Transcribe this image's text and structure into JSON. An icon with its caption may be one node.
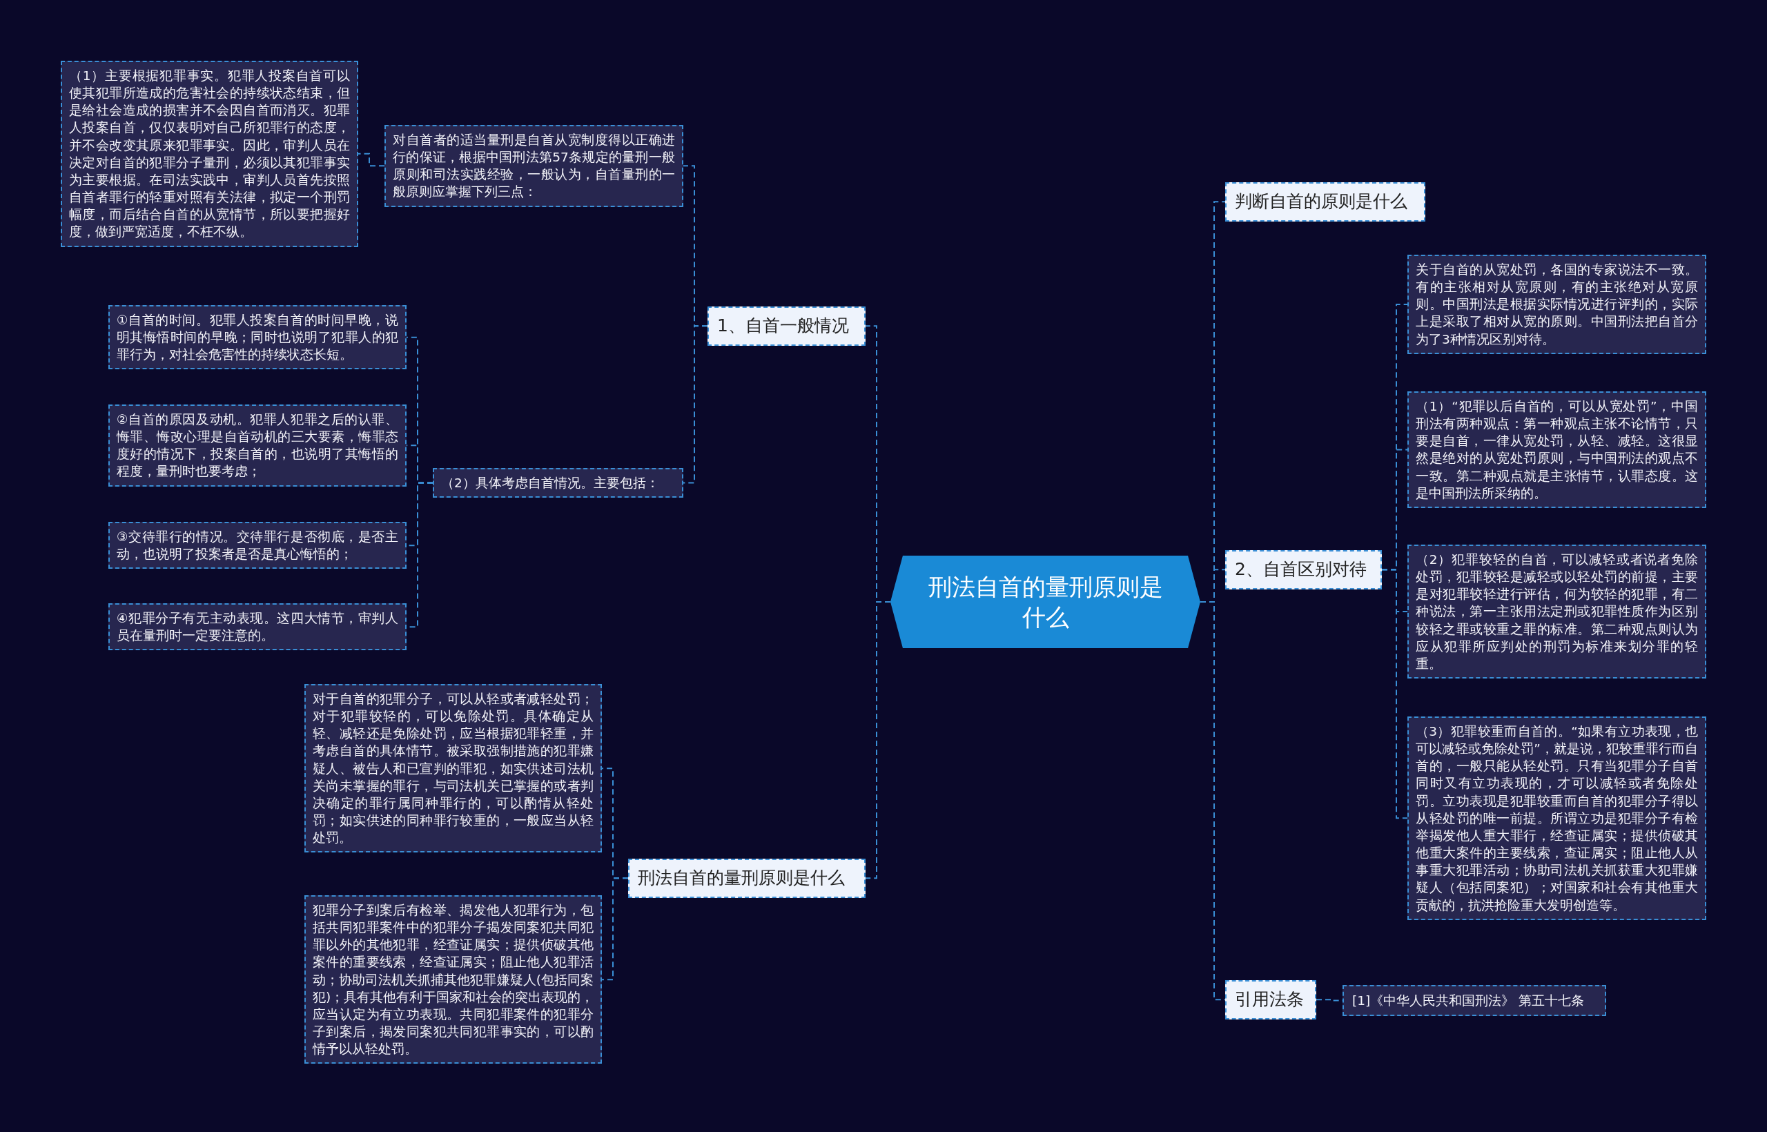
{
  "diagram": {
    "nodes": [
      {
        "text": [
          "刑法自首的量刑原则是什么"
        ]
      },
      {
        "text": [
          "1、自首一般情况"
        ]
      },
      {
        "text": [
          "对自首者的适当量刑是自首从宽制度得以正确进行的保证，根据中国刑法第57条规定的量刑一般原则和司法实践经验，一般认为，自首量刑的一般原则应掌握下列三点："
        ]
      },
      {
        "text": [
          "（1）主要根据犯罪事实。犯罪人投案自首可以使其犯罪所造成的危害社会的持续状态结束，但是给社会造成的损害并不会因自首而消灭。犯罪人投案自首，仅仅表明对自己所犯罪行的态度，并不会改变其原来犯罪事实。因此，审判人员在决定对自首的犯罪分子量刑，必须以其犯罪事实为主要根据。在司法实践中，审判人员首先按照自首者罪行的轻重对照有关法律，拟定一个刑罚幅度，而后结合自首的从宽情节，所以要把握好度，做到严宽适度，不枉不纵。"
        ]
      },
      {
        "text": [
          "（2）具体考虑自首情况。主要包括："
        ]
      },
      {
        "text": [
          "①自首的时间。犯罪人投案自首的时间早晚，说明其悔悟时间的早晚；同时也说明了犯罪人的犯罪行为，对社会危害性的持续状态长短。"
        ]
      },
      {
        "text": [
          "②自首的原因及动机。犯罪人犯罪之后的认罪、悔罪、悔改心理是自首动机的三大要素，悔罪态度好的情况下，投案自首的，也说明了其悔悟的程度，量刑时也要考虑；"
        ]
      },
      {
        "text": [
          "③交待罪行的情况。交待罪行是否彻底，是否主动，也说明了投案者是否是真心悔悟的；"
        ]
      },
      {
        "text": [
          "④犯罪分子有无主动表现。这四大情节，审判人员在量刑时一定要注意的。"
        ]
      },
      {
        "text": [
          "刑法自首的量刑原则是什么"
        ]
      },
      {
        "text": [
          "对于自首的犯罪分子，可以从轻或者减轻处罚；对于犯罪较轻的，可以免除处罚。具体确定从轻、减轻还是免除处罚，应当根据犯罪轻重，并考虑自首的具体情节。被采取强制措施的犯罪嫌疑人、被告人和已宣判的罪犯，如实供述司法机关尚未掌握的罪行，与司法机关已掌握的或者判决确定的罪行属同种罪行的，可以酌情从轻处罚；如实供述的同种罪行较重的，一般应当从轻处罚。"
        ]
      },
      {
        "text": [
          "犯罪分子到案后有检举、揭发他人犯罪行为，包括共同犯罪案件中的犯罪分子揭发同案犯共同犯罪以外的其他犯罪，经查证属实；提供侦破其他案件的重要线索，经查证属实；阻止他人犯罪活动；协助司法机关抓捕其他犯罪嫌疑人(包括同案犯)；具有其他有利于国家和社会的突出表现的，应当认定为有立功表现。共同犯罪案件的犯罪分子到案后，揭发同案犯共同犯罪事实的，可以酌情予以从轻处罚。"
        ]
      },
      {
        "text": [
          "判断自首的原则是什么"
        ]
      },
      {
        "text": [
          "2、自首区别对待"
        ]
      },
      {
        "text": [
          "关于自首的从宽处罚，各国的专家说法不一致。有的主张相对从宽原则，有的主张绝对从宽原则。中国刑法是根据实际情况进行评判的，实际上是采取了相对从宽的原则。中国刑法把自首分为了3种情况区别对待。"
        ]
      },
      {
        "text": [
          "（1）“犯罪以后自首的，可以从宽处罚”，中国刑法有两种观点：第一种观点主张不论情节，只要是自首，一律从宽处罚，从轻、减轻。这很显然是绝对的从宽处罚原则，与中国刑法的观点不一致。第二种观点就是主张情节，认罪态度。这是中国刑法所采纳的。"
        ]
      },
      {
        "text": [
          "（2）犯罪较轻的自首，可以减轻或者说者免除处罚，犯罪较轻是减轻或以轻处罚的前提，主要是对犯罪较轻进行评估，何为较轻的犯罪，有二种说法，第一主张用法定刑或犯罪性质作为区别较轻之罪或较重之罪的标准。第二种观点则认为应从犯罪所应判处的刑罚为标准来划分罪的轻重。"
        ]
      },
      {
        "text": [
          "（3）犯罪较重而自首的。“如果有立功表现，也可以减轻或免除处罚”，就是说，犯较重罪行而自首的，一般只能从轻处罚。只有当犯罪分子自首同时又有立功表现的，才可以减轻或者免除处罚。立功表现是犯罪较重而自首的犯罪分子得以从轻处罚的唯一前提。所谓立功是犯罪分子有检举揭发他人重大罪行，经查证属实；提供侦破其他重大案件的主要线索，查证属实；阻止他人从事重大犯罪活动；协助司法机关抓获重大犯罪嫌疑人（包括同案犯）；对国家和社会有其他重大贡献的，抗洪抢险重大发明创造等。"
        ]
      },
      {
        "text": [
          "引用法条"
        ]
      },
      {
        "text": [
          "[1]《中华人民共和国刑法》 第五十七条"
        ]
      }
    ],
    "edges": [
      {
        "from": 0,
        "to": 1,
        "arrow": "none"
      },
      {
        "from": 1,
        "to": 2,
        "arrow": "none"
      },
      {
        "from": 2,
        "to": 3,
        "arrow": "none"
      },
      {
        "from": 1,
        "to": 4,
        "arrow": "none"
      },
      {
        "from": 4,
        "to": 5,
        "arrow": "none"
      },
      {
        "from": 4,
        "to": 6,
        "arrow": "none"
      },
      {
        "from": 4,
        "to": 7,
        "arrow": "none"
      },
      {
        "from": 4,
        "to": 8,
        "arrow": "none"
      },
      {
        "from": 0,
        "to": 9,
        "arrow": "none"
      },
      {
        "from": 9,
        "to": 10,
        "arrow": "none"
      },
      {
        "from": 9,
        "to": 11,
        "arrow": "none"
      },
      {
        "from": 0,
        "to": 12,
        "arrow": "none"
      },
      {
        "from": 0,
        "to": 13,
        "arrow": "none"
      },
      {
        "from": 13,
        "to": 14,
        "arrow": "none"
      },
      {
        "from": 13,
        "to": 15,
        "arrow": "none"
      },
      {
        "from": 13,
        "to": 16,
        "arrow": "none"
      },
      {
        "from": 13,
        "to": 17,
        "arrow": "none"
      },
      {
        "from": 0,
        "to": 18,
        "arrow": "none"
      },
      {
        "from": 18,
        "to": 19,
        "arrow": "none"
      }
    ]
  }
}
